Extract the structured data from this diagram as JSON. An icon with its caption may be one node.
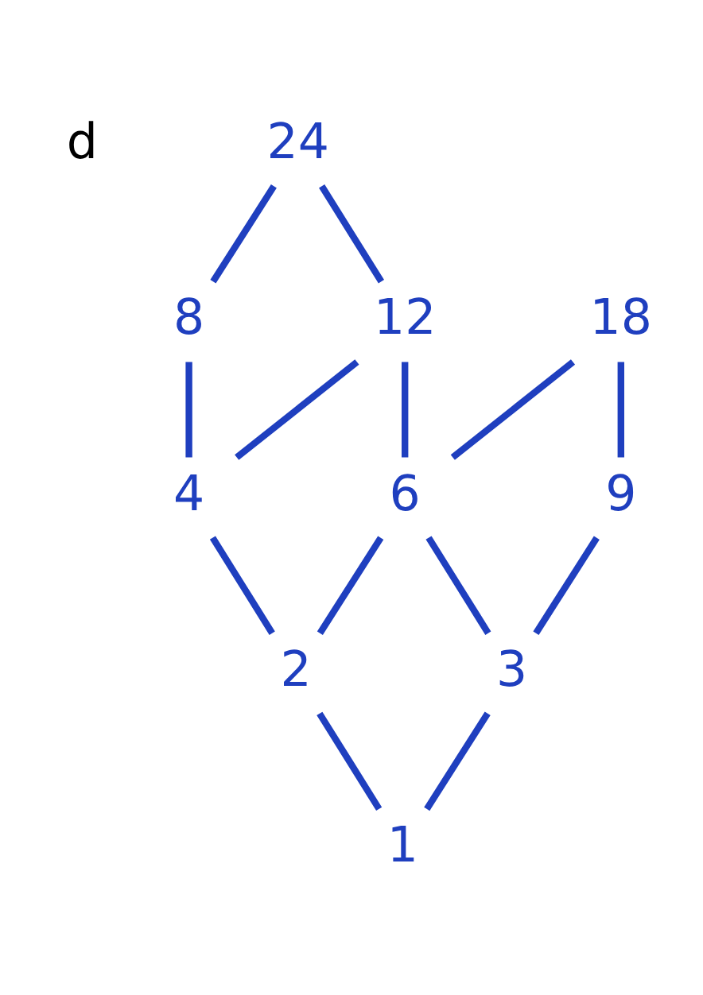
{
  "diagram": {
    "nodes": [
      {
        "text": [
          "24"
        ]
      },
      {
        "text": [
          "8"
        ]
      },
      {
        "text": [
          "12"
        ]
      },
      {
        "text": [
          "18"
        ]
      },
      {
        "text": [
          "4"
        ]
      },
      {
        "text": [
          "6"
        ]
      },
      {
        "text": [
          "9"
        ]
      },
      {
        "text": [
          "2"
        ]
      },
      {
        "text": [
          "3"
        ]
      },
      {
        "text": [
          "1"
        ]
      }
    ],
    "edges": [
      {
        "from": 0,
        "to": 1,
        "arrow": "none"
      },
      {
        "from": 0,
        "to": 2,
        "arrow": "none"
      },
      {
        "from": 1,
        "to": 4,
        "arrow": "none"
      },
      {
        "from": 2,
        "to": 4,
        "arrow": "none"
      },
      {
        "from": 2,
        "to": 5,
        "arrow": "none"
      },
      {
        "from": 3,
        "to": 5,
        "arrow": "none"
      },
      {
        "from": 3,
        "to": 6,
        "arrow": "none"
      },
      {
        "from": 4,
        "to": 7,
        "arrow": "none"
      },
      {
        "from": 5,
        "to": 7,
        "arrow": "none"
      },
      {
        "from": 5,
        "to": 8,
        "arrow": "none"
      },
      {
        "from": 6,
        "to": 8,
        "arrow": "none"
      },
      {
        "from": 7,
        "to": 9,
        "arrow": "none"
      },
      {
        "from": 8,
        "to": 9,
        "arrow": "none"
      }
    ],
    "labels": [
      "d"
    ]
  }
}
